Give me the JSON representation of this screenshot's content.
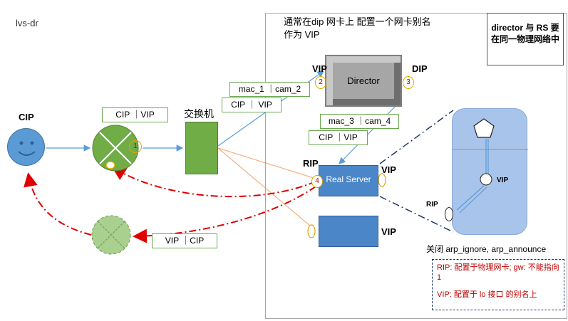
{
  "title": "lvs-dr",
  "zone_note": "通常在dip 网卡上 配置一个网卡别名 作为 VIP",
  "topright_note": "director 与 RS 要在同一物理网络中",
  "client": {
    "label": "CIP"
  },
  "router_label": "CIP ｜VIP",
  "switch_label": "交换机",
  "director": {
    "name": "Director",
    "vip": "VIP",
    "dip": "DIP"
  },
  "packets": {
    "p1_mac": "mac_1 ｜cam_2",
    "p1_ip": "CIP ｜ VIP",
    "p2_mac": "mac_3 ｜cam_4",
    "p2_ip": "CIP ｜VIP",
    "reply": "VIP ｜CIP"
  },
  "real_server": {
    "name": "Real Server",
    "rip": "RIP",
    "vip": "VIP"
  },
  "rs2": {
    "vip": "VIP"
  },
  "zoom": {
    "vip": "VIP",
    "rip": "RIP"
  },
  "arp_note": "关闭 arp_ignore, arp_announce",
  "rip_note": "RIP: 配置于物理网卡; gw: 不能指向 1",
  "vip_note": "VIP: 配置于 lo 接口 的别名上",
  "steps": [
    "1",
    "2",
    "3",
    "4"
  ],
  "colors": {
    "accent_red": "#c00000",
    "flow_blue": "#5b9bd5",
    "green": "#70ad47",
    "orange": "#f4b183"
  }
}
